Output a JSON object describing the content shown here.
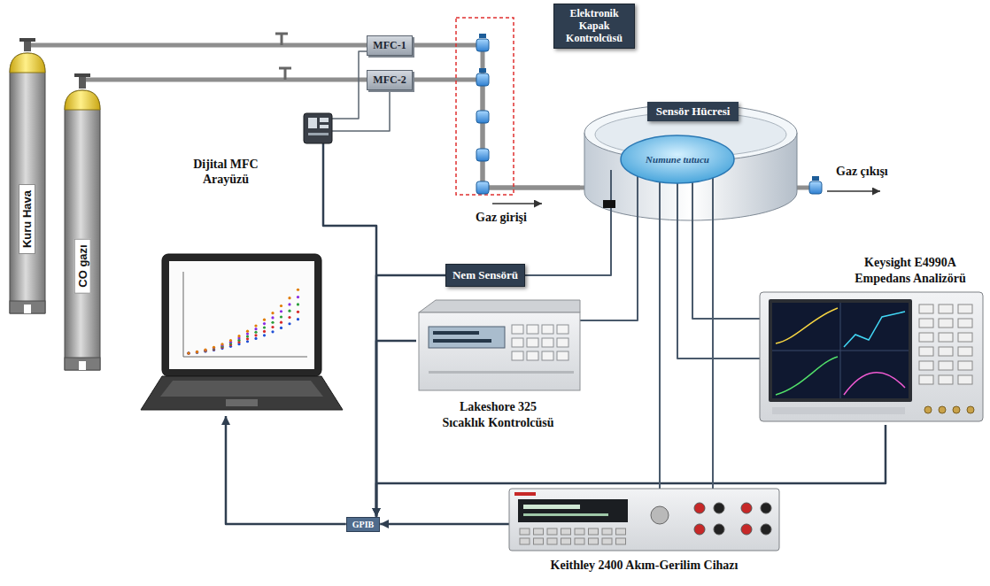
{
  "diagram": {
    "nodes": [
      {
        "text": [
          "Kuru Hava"
        ]
      },
      {
        "text": [
          "CO gazı"
        ]
      },
      {
        "text": [
          "MFC-1"
        ]
      },
      {
        "text": [
          "MFC-2"
        ]
      },
      {
        "text": [
          "Elektronik Kapak Kontrolcüsü"
        ]
      },
      {
        "text": [
          "Dijital MFC Arayüzü"
        ]
      },
      {
        "text": [
          "Sensör Hücresi"
        ]
      },
      {
        "text": [
          "Numune tutucu"
        ],
        "in": 6
      },
      {
        "text": [
          "Nem Sensörü"
        ]
      },
      {
        "text": []
      },
      {
        "text": [
          "Lakeshore 325",
          "Sıcaklık Kontrolcüsü"
        ]
      },
      {
        "text": [
          "Keysight E4990A",
          "Empedans Analizörü"
        ]
      },
      {
        "text": [
          "GPIB"
        ]
      },
      {
        "text": [
          "Keithley 2400 Akım-Gerilim Cihazı"
        ]
      }
    ],
    "edges": [
      {
        "from": 0,
        "to": 2,
        "arrow": "none"
      },
      {
        "from": 1,
        "to": 3,
        "arrow": "none"
      },
      {
        "from": 2,
        "to": 6,
        "arrow": "none"
      },
      {
        "from": 3,
        "to": 6,
        "arrow": "none"
      },
      {
        "from": 5,
        "to": 2,
        "arrow": "none"
      },
      {
        "from": 5,
        "to": 3,
        "arrow": "none"
      },
      {
        "from": 5,
        "to": 12,
        "arrow": "to"
      },
      {
        "from": 8,
        "to": 12,
        "arrow": "to"
      },
      {
        "from": 10,
        "to": 12,
        "arrow": "to"
      },
      {
        "from": 11,
        "to": 12,
        "arrow": "to"
      },
      {
        "from": 13,
        "to": 12,
        "arrow": "to"
      },
      {
        "from": 12,
        "to": 9,
        "arrow": "to"
      },
      {
        "from": 6,
        "to": 8,
        "arrow": "none"
      },
      {
        "from": 6,
        "to": 10,
        "arrow": "none"
      },
      {
        "from": 6,
        "to": 11,
        "arrow": "none"
      },
      {
        "from": 6,
        "to": 11,
        "arrow": "none"
      },
      {
        "from": 6,
        "to": 13,
        "arrow": "none"
      },
      {
        "from": 6,
        "to": 13,
        "arrow": "none"
      }
    ],
    "labels": [
      "Gaz girişi",
      "Gaz çıkışı"
    ]
  }
}
